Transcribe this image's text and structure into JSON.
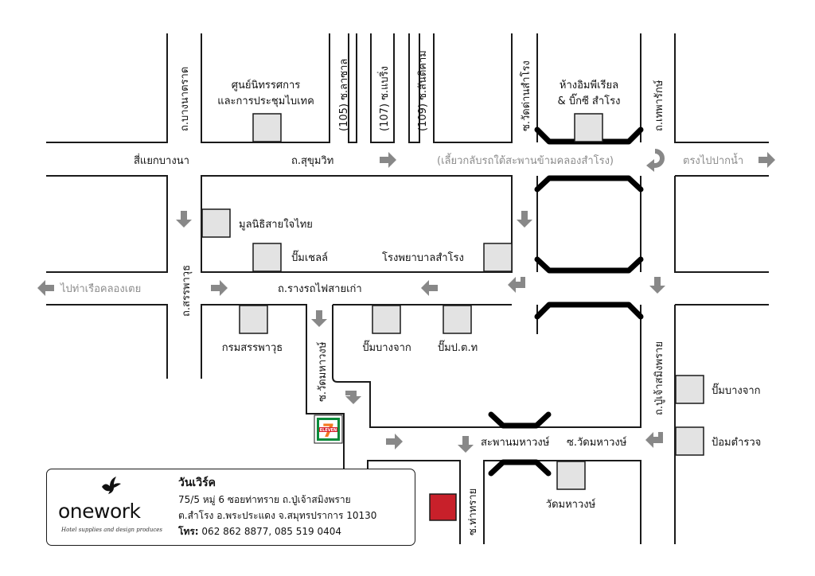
{
  "roads": {
    "bang_na_trat": "ถ.บางนาตราด",
    "soi_105": "(105) ซ.ลาซาล",
    "soi_107": "(107) ซ.แบริ่ง",
    "soi_109": "(109) ซ.สันติคาม",
    "soi_wat_dan": "ซ.วัดด่านสำโรง",
    "thepharak": "ถ.เทพารักษ์",
    "sukhumvit": "ถ.สุขุมวิท",
    "sapphawut": "ถ.สรรพาวุธ",
    "rang_rot_fai": "ถ.รางรถไฟสายเก่า",
    "soi_wat_mahawong_v": "ซ.วัดมหาวงษ์",
    "pu_chao": "ถ.ปู่เจ้าสมิงพราย",
    "soi_tha_sai": "ซ.ท่าทราย",
    "soi_wat_mahawong_h": "ซ.วัดมหาวงษ์"
  },
  "places": {
    "convention_1": "ศูนย์นิทรรศการ",
    "convention_2": "และการประชุมไบเทค",
    "imperial_1": "ห้างอิมพีเรียล",
    "imperial_2": "& บิ๊กซี สำโรง",
    "thai_heart": "มูลนิธิสายใจไทย",
    "shell": "ปั๊มเชลล์",
    "hospital": "โรงพยาบาลสำโรง",
    "ordnance": "กรมสรรพาวุธ",
    "bangchak_1": "ปั๊มบางจาก",
    "ptt": "ปั๊มป.ต.ท",
    "bangchak_2": "ปั๊มบางจาก",
    "police": "ป้อมตำรวจ",
    "temple": "วัดมหาวงษ์",
    "bridge_mahawong": "สะพานมหาวงษ์"
  },
  "directions": {
    "from_bangna": "สี่แยกบางนา",
    "u_turn": "(เลี้ยวกลับรถใต้สะพานข้ามคลองสำโรง)",
    "to_paknam": "ตรงไปปากน้ำ",
    "to_pier": "ไปท่าเรือคลองเตย"
  },
  "seven_eleven": {
    "line1": "7",
    "line2": "ELEVEN"
  },
  "info_card": {
    "brand": "onework",
    "tagline": "Hotel supplies and design produces",
    "shop_name": "วันเวิร์ค",
    "address_line1": "75/5 หมู่ 6 ซอยท่าทราย ถ.ปู่เจ้าสมิงพราย",
    "address_line2": "ต.สำโรง อ.พระประแดง จ.สมุทรปราการ 10130",
    "tel_label": "โทร:",
    "tel_value": " 062 862 8877, 085 519 0404"
  },
  "colors": {
    "destination": "#c8202a",
    "building_fill": "#e3e3e3",
    "arrow": "#888888",
    "seven_green": "#0a8a3a",
    "seven_orange": "#f47a20",
    "seven_red": "#d81e2a"
  },
  "icons": {
    "brand_logo": "bird-icon",
    "u_turn": "u-turn-arrow-icon",
    "direction": "arrow-icon"
  }
}
